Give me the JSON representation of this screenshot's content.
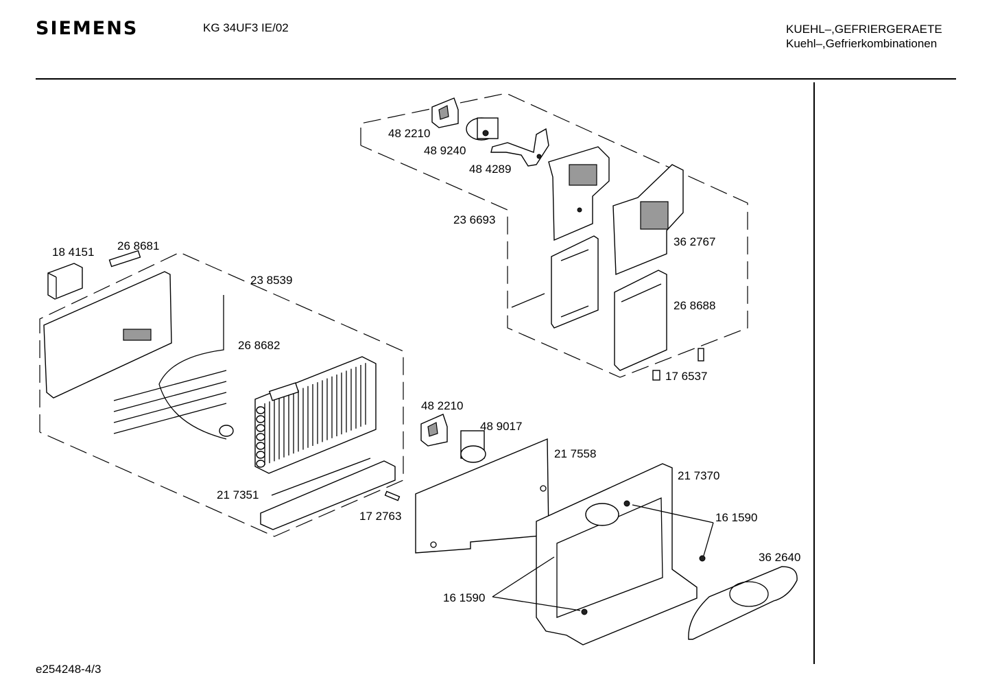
{
  "header": {
    "brand": "SIEMENS",
    "model": "KG 34UF3 IE/02",
    "category_line1": "KUEHL–,GEFRIERGERAETE",
    "category_line2": "Kuehl–,Gefrierkombinationen"
  },
  "footer": {
    "drawing_id": "e254248-4/3"
  },
  "part_labels": [
    "48 2210",
    "48 9240",
    "48 4289",
    "23 6693",
    "36 2767",
    "26 8688",
    "17 6537",
    "18 4151",
    "26 8681",
    "23 8539",
    "26 8682",
    "48 2210",
    "48 9017",
    "21 7558",
    "21 7370",
    "16 1590",
    "36 2640",
    "21 7351",
    "17 2763",
    "16 1590"
  ]
}
